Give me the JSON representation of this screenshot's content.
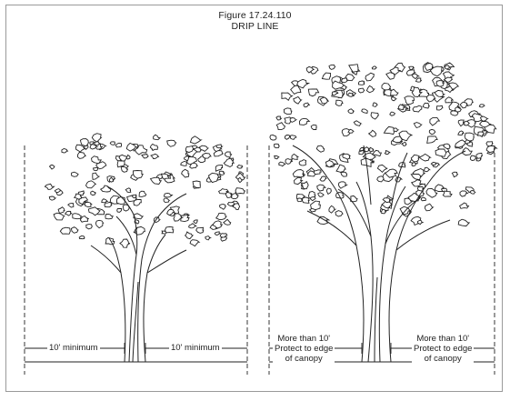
{
  "figure": {
    "number": "Figure 17.24.110",
    "title": "DRIP LINE"
  },
  "small_tree": {
    "left_label": "10' minimum",
    "right_label": "10' minimum"
  },
  "large_tree": {
    "left_label": [
      "More than 10'",
      "Protect to edge",
      "of canopy"
    ],
    "right_label": [
      "More than 10'",
      "Protect to edge",
      "of canopy"
    ]
  },
  "colors": {
    "line": "#222222",
    "frame": "#9a9a9a",
    "background": "#ffffff"
  }
}
